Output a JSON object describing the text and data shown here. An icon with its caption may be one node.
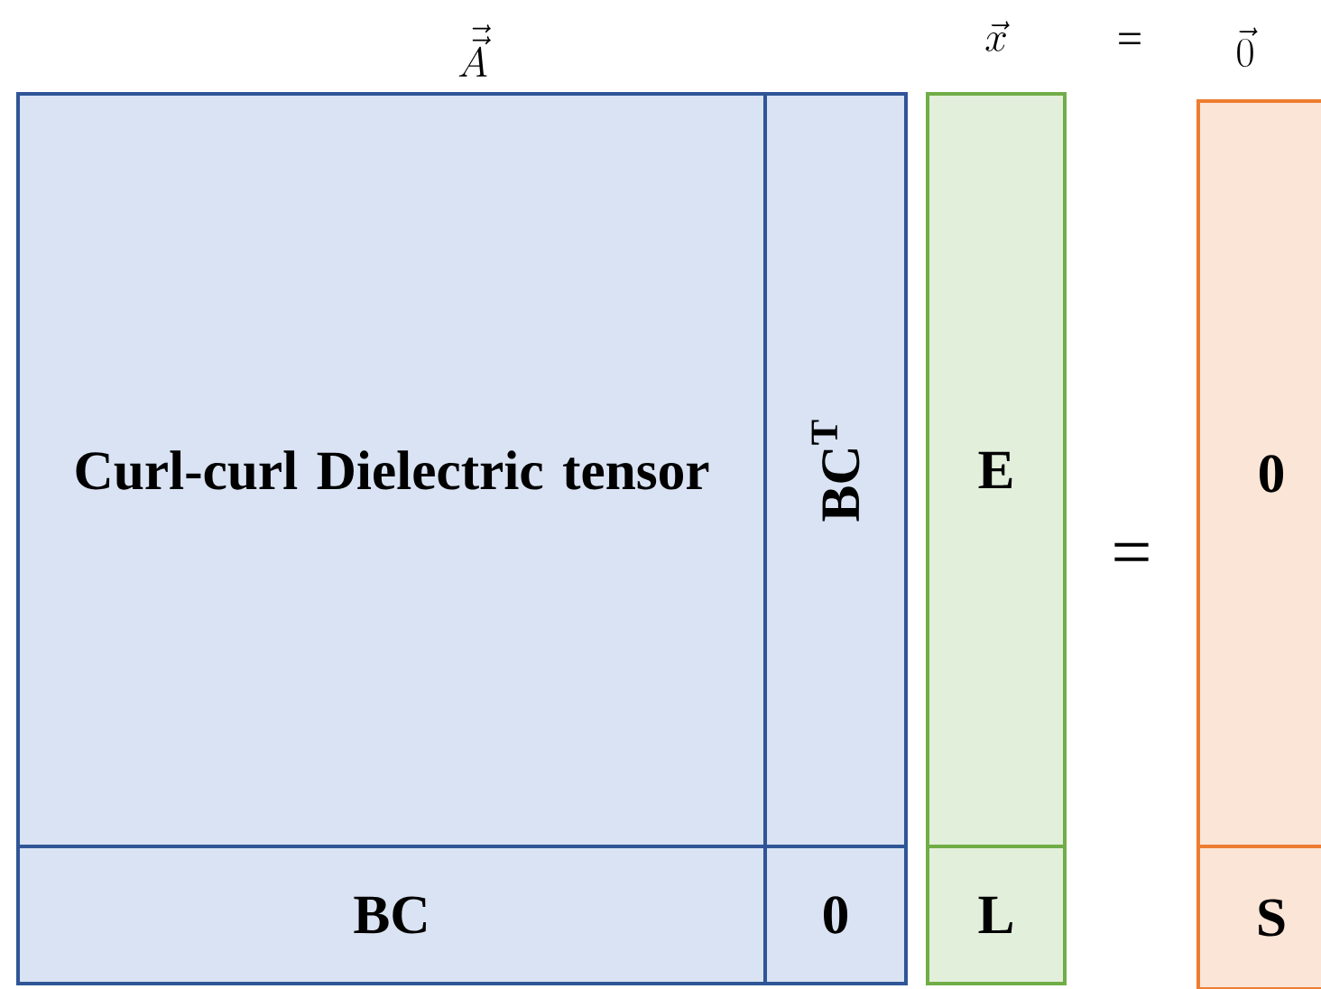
{
  "diagram": {
    "nodes": [
      {
        "text": [
          "Curl-curl Dielectric tensor"
        ]
      },
      {
        "text": [
          "BC$^{T}$"
        ]
      },
      {
        "text": [
          "BC"
        ]
      },
      {
        "text": [
          "0"
        ]
      },
      {
        "text": [
          "E"
        ]
      },
      {
        "text": [
          "L"
        ]
      },
      {
        "text": [
          "0"
        ]
      },
      {
        "text": [
          "S"
        ]
      }
    ],
    "edges": [],
    "labels": [
      "\\vec{\\vec{A}}",
      "\\vec{x}",
      "=",
      "\\vec{0}",
      "="
    ]
  }
}
